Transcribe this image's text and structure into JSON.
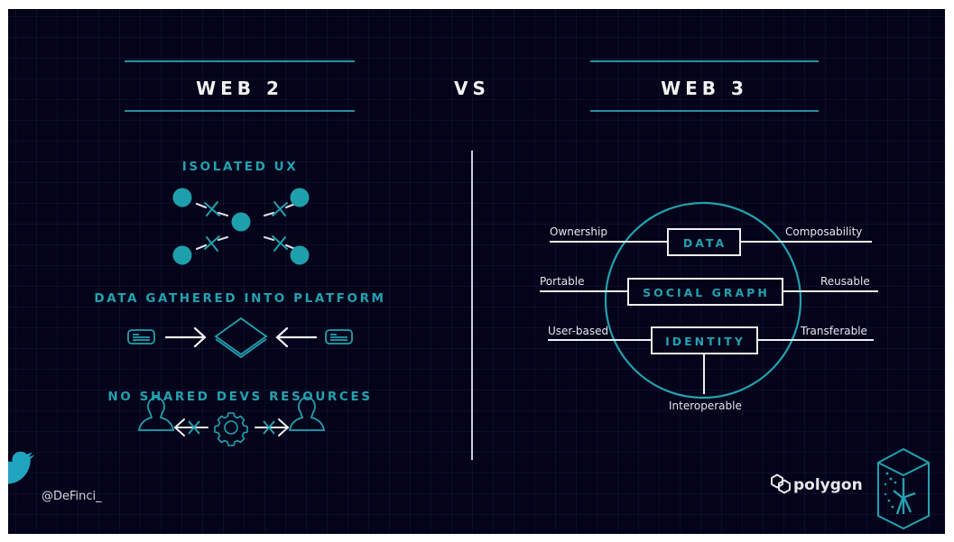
{
  "header": {
    "left_title": "WEB 2",
    "center_label": "VS",
    "right_title": "WEB 3"
  },
  "web2": {
    "sections": [
      {
        "title": "ISOLATED UX",
        "icon": "isolated-nodes-icon"
      },
      {
        "title": "DATA GATHERED INTO PLATFORM",
        "icon": "data-to-platform-icon"
      },
      {
        "title": "NO SHARED DEVS RESOURCES",
        "icon": "blocked-dev-resources-icon"
      }
    ]
  },
  "web3": {
    "layers": [
      {
        "name": "DATA",
        "left": "Ownership",
        "right": "Composability"
      },
      {
        "name": "SOCIAL GRAPH",
        "left": "Portable",
        "right": "Reusable"
      },
      {
        "name": "IDENTITY",
        "left": "User-based",
        "right": "Transferable",
        "bottom": "Interoperable"
      }
    ]
  },
  "footer": {
    "twitter_handle": "@DeFinci_",
    "brand_name": "polygon"
  },
  "colors": {
    "background": "#03031a",
    "accent": "#22a2b0",
    "text": "#f2f2f2"
  }
}
